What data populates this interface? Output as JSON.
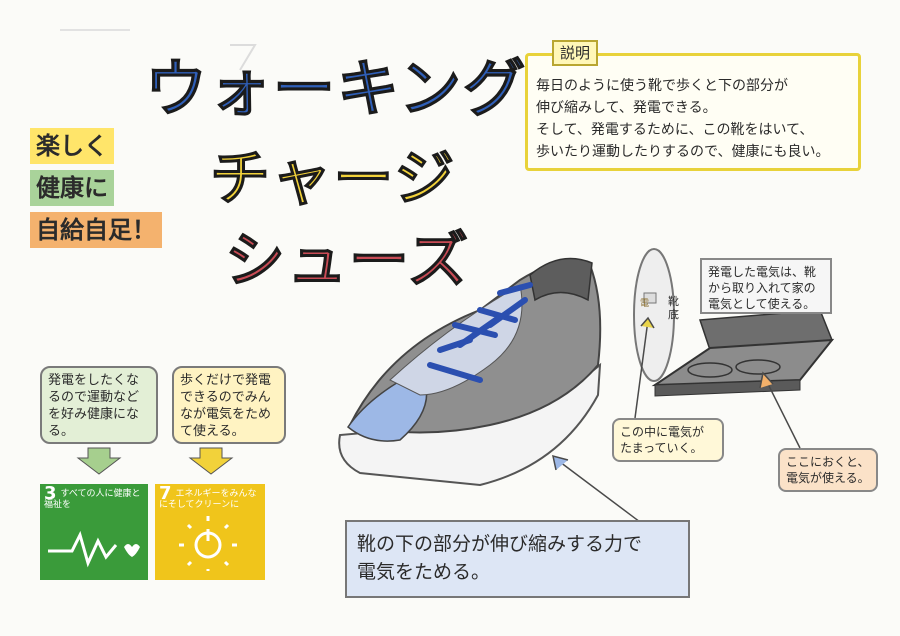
{
  "title": {
    "line1": "ウォーキング",
    "line2": "チャージ",
    "line3": "シューズ"
  },
  "slogans": [
    "楽しく",
    "健康に",
    "自給自足！"
  ],
  "description": {
    "label": "説明",
    "lines": [
      "毎日のように使う靴で歩くと下の部分が",
      "伸び縮みして、発電できる。",
      "そして、発電するために、この靴をはいて、",
      "歩いたり運動したりするので、健康にも良い。"
    ]
  },
  "bubbles": {
    "green": "発電をしたくなるので運動などを好み健康になる。",
    "yellow": "歩くだけで発電できるのでみんなが電気をためて使える。"
  },
  "sdgs": [
    {
      "number": "3",
      "text": "すべての人に健康と福祉を",
      "color": "#3a9b3a"
    },
    {
      "number": "7",
      "text": "エネルギーをみんなにそしてクリーンに",
      "color": "#f0c51b"
    }
  ],
  "callouts": {
    "heel": "発電した電気は、靴から取り入れて家の電気として使える。",
    "store": "この中に電気がたまっていく。",
    "place": "ここにおくと、電気が使える。"
  },
  "labels": {
    "sole": "靴底",
    "pad": "電"
  },
  "bottom": {
    "line1": "靴の下の部分が伸び縮みする力で",
    "line2": "電気をためる。"
  },
  "colors": {
    "title1": "#2f5fb8",
    "title2": "#f2d23a",
    "title3": "#c84b55",
    "shoe_blue": "#9db8e6",
    "shoe_gray": "#8a8a8a",
    "lace": "#2b4fb0"
  }
}
